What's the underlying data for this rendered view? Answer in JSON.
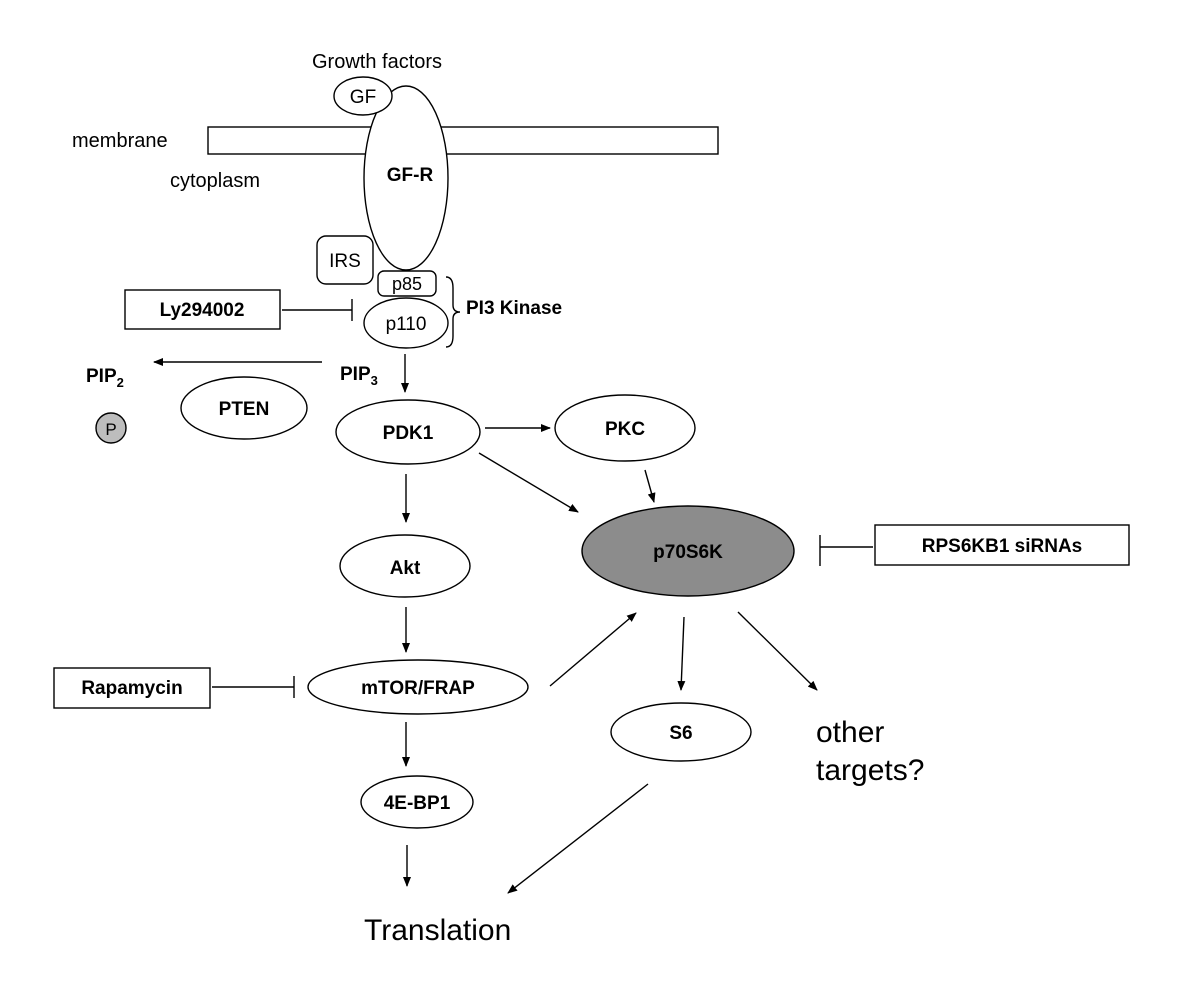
{
  "labels": {
    "growth_factors": "Growth factors",
    "membrane": "membrane",
    "cytoplasm": "cytoplasm",
    "pi3_kinase": "PI3 Kinase",
    "pip2": "PIP",
    "pip2_sub": "2",
    "pip3": "PIP",
    "pip3_sub": "3",
    "translation": "Translation",
    "other_targets_line1": "other",
    "other_targets_line2": "targets?"
  },
  "nodes": {
    "gf": "GF",
    "gfr": "GF-R",
    "irs": "IRS",
    "p85": "p85",
    "p110": "p110",
    "pten": "PTEN",
    "phosphate": "P",
    "pdk1": "PDK1",
    "pkc": "PKC",
    "akt": "Akt",
    "p70s6k": "p70S6K",
    "mtor": "mTOR/FRAP",
    "s6": "S6",
    "fourebp1": "4E-BP1"
  },
  "inhibitors": {
    "ly294002": "Ly294002",
    "rapamycin": "Rapamycin",
    "rps6kb1": "RPS6KB1 siRNAs"
  },
  "colors": {
    "p70s6k_fill": "#8c8c8c",
    "phosphate_fill": "#bdbdbd"
  }
}
